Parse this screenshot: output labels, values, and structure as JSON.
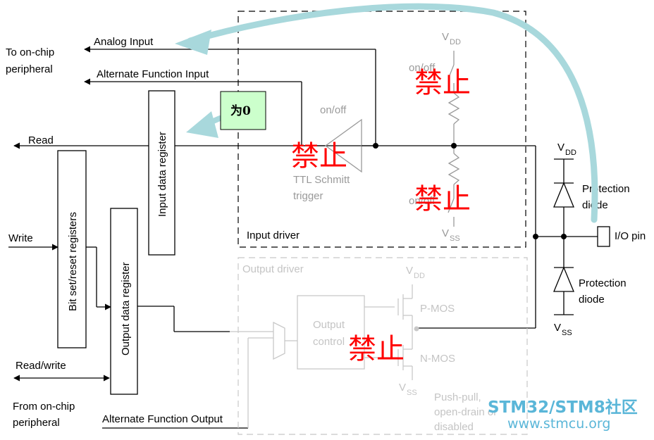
{
  "labels": {
    "to_onchip": [
      "To on-chip",
      "peripheral"
    ],
    "analog_input": "Analog Input",
    "alt_func_input": "Alternate Function Input",
    "read": "Read",
    "write": "Write",
    "read_write": "Read/write",
    "from_onchip": [
      "From on-chip",
      "peripheral"
    ],
    "alt_func_output": "Alternate Function Output",
    "bit_set_reset": "Bit set/reset registers",
    "input_data_register": "Input data register",
    "output_data_register": "Output data register",
    "note_box": "为0",
    "on_off_top": "on/off",
    "on_off_mid": "on/off",
    "on_off_bottom": "on/off",
    "ttl_schmitt": [
      "TTL Schmitt",
      "trigger"
    ],
    "input_driver": "Input driver",
    "output_driver": "Output driver",
    "output_control": [
      "Output",
      "control"
    ],
    "p_mos": "P-MOS",
    "n_mos": "N-MOS",
    "push_pull": [
      "Push-pull,",
      "open-drain or",
      "disabled"
    ],
    "vdd_input": "DD",
    "vss_input": "SS",
    "vdd_output": "DD",
    "vss_output": "SS",
    "vdd_pin": "DD",
    "vss_pin": "SS",
    "v": "V",
    "protection_diode_top": [
      "Protection",
      "diode"
    ],
    "protection_diode_bottom": [
      "Protection",
      "diode"
    ],
    "io_pin": "I/O pin",
    "forbidden": "禁止"
  },
  "watermark": {
    "line1": "STM32/STM8社区",
    "line2": "www.stmcu.org"
  },
  "colors": {
    "forbidden": "#ff0000",
    "arrow": "#a8d8dc",
    "note_fill": "#ccffcc",
    "watermark": "#5ab6d8"
  }
}
